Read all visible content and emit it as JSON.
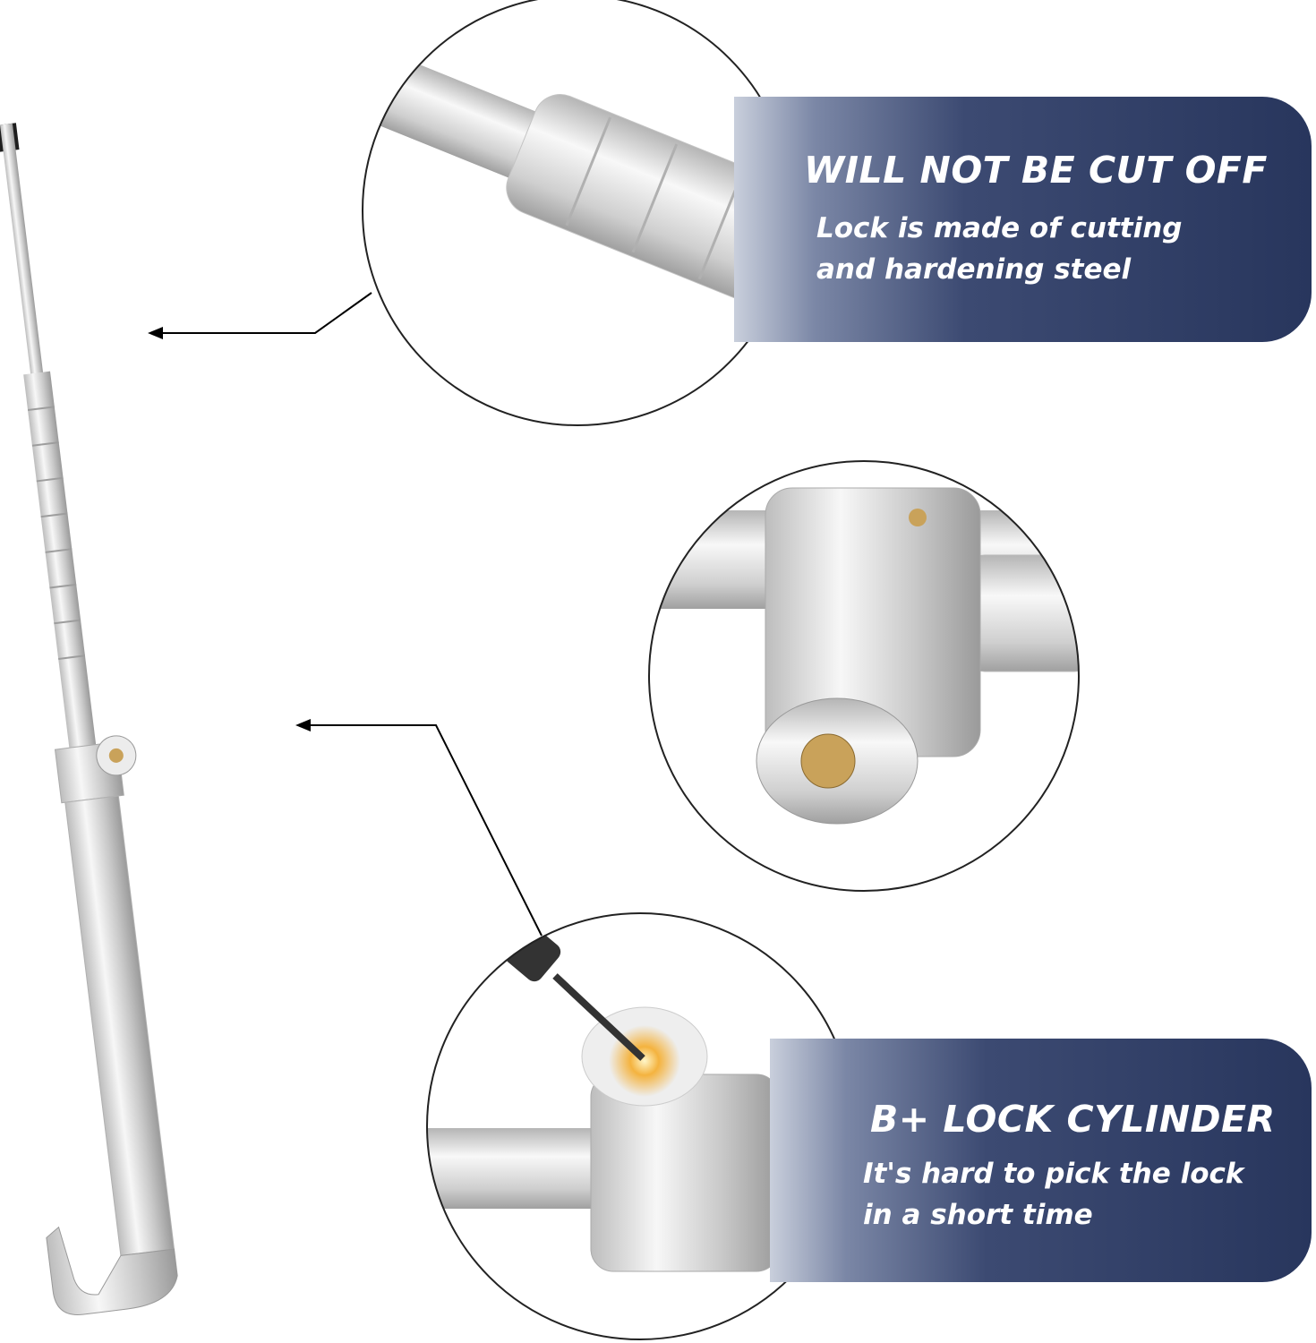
{
  "features": [
    {
      "title": "WILL NOT BE CUT OFF",
      "lines": [
        "Lock is made of cutting",
        "and hardening steel"
      ]
    },
    {
      "title": "B+ LOCK CYLINDER",
      "lines": [
        "It's hard to pick the lock",
        "in a short time"
      ]
    }
  ],
  "colors": {
    "banner_dark": "#28365d",
    "banner_light": "#7b87a6",
    "chrome": "#d9d9d9",
    "handle": "#1e1e1e",
    "brass": "#c9a25a"
  }
}
